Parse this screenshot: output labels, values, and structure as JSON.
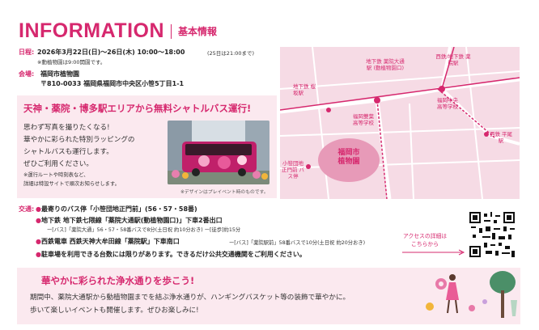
{
  "header": {
    "title": "INFORMATION",
    "subtitle": "基本情報"
  },
  "dates": {
    "label": "日程:",
    "text": "2026年3月22日(日)～26日(木) 10:00～18:00",
    "note_inline": "(25日は21:00まで)",
    "note": "※動植物園は9:00開園です。"
  },
  "venue": {
    "label": "会場:",
    "name": "福岡市植物園",
    "address": "〒810-0033 福岡県福岡市中央区小笹5丁目1-1"
  },
  "shuttle": {
    "title": "天神・薬院・博多駅エリアから無料シャトルバス運行!",
    "body": [
      "思わず写真を撮りたくなる!",
      "華やかに彩られた特別ラッピングの",
      "シャトルバスも運行します。",
      "ぜひご利用ください。"
    ],
    "note": [
      "※運行ルートや時刻表など、",
      "詳細は特設サイトで順次お知らせします。"
    ],
    "photo_caption": "※デザインはプレイベント時のものです。"
  },
  "access": {
    "label": "交通:",
    "line1": "最寄りのバス停「小笹団地正門前」(56・57・58番)",
    "line2": "地下鉄 地下鉄七隈線「薬院大通駅(動植物園口)」下車2番出口",
    "line2_sub": "ー[バス]「薬院大通」56・57・58番バスで8分(土日祝 約10分おき) ー[徒歩]約15分",
    "line3": "西鉄電車 西鉄天神大牟田線「薬院駅」下車南口",
    "line3_sub": "ー[バス]「薬院駅前」58番バスで10分(土日祝 約20分おき)",
    "line4": "駐車場を利用できる台数には限りがあります。できるだけ公共交通機関をご利用ください。",
    "qr_label": [
      "アクセスの詳細は",
      "こちらから"
    ]
  },
  "map": {
    "labels": [
      "地下鉄 桜坂駅",
      "地下鉄 薬院大通駅 (動植物園口)",
      "西鉄/地下鉄 薬院駅",
      "福岡中央 高等学校",
      "福岡雙葉 高等学校",
      "福岡市 植物園",
      "小笹団地 正門前 バス停",
      "西鉄 平尾駅"
    ]
  },
  "bottom": {
    "title": "華やかに彩られた浄水通りを歩こう!",
    "body": [
      "期間中、薬院大通駅から動植物園までを結ぶ浄水通りが、ハンギングバスケット等の装飾で華やかに。",
      "歩いて楽しいイベントも開催します。ぜひお楽しみに!"
    ]
  },
  "colors": {
    "accent": "#d6286e",
    "panel": "#fbe9ef",
    "map_bg": "#f6dbe5"
  }
}
